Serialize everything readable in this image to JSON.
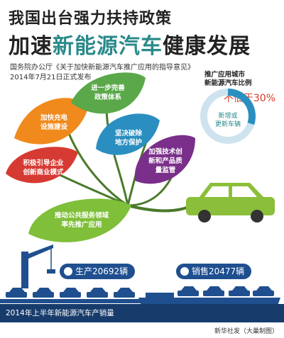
{
  "header": {
    "title_line1": "我国出台强力扶持政策",
    "title_line2_a": "加速",
    "title_line2_highlight": "新能源汽车",
    "title_line2_b": "健康发展",
    "source_line": "国务院办公厅《关于加快新能源汽车推广应用的指导意见》",
    "date_line": "2014年7月21日正式发布"
  },
  "ratio": {
    "label_line1": "推广应用城市",
    "label_line2": "新能源汽车比例",
    "value": "不低于30%",
    "fraction": 0.3,
    "center_line1": "新增或",
    "center_line2": "更新车辆"
  },
  "leaves": [
    {
      "line1": "加快充电",
      "line2": "设施建设",
      "color": "#f08a1c"
    },
    {
      "line1": "进一步完善",
      "line2": "政策体系",
      "color": "#5aa84a"
    },
    {
      "line1": "坚决破除",
      "line2": "地方保护",
      "color": "#2a8fc0"
    },
    {
      "line1": "积极引导企业",
      "line2": "创新商业模式",
      "color": "#d63b33"
    },
    {
      "line1": "加强技术创",
      "line2": "新和产品质",
      "line3": "量监管",
      "color": "#7a2f8a"
    },
    {
      "line1": "推动公共服务领域",
      "line2": "率先推广应用",
      "color": "#7fbf3a"
    }
  ],
  "production": "生产20692辆",
  "sales": "销售20477辆",
  "footer_caption": "2014年上半年新能源汽车产销量",
  "credit": "新华社发（大巢制图）",
  "colors": {
    "teal": "#2b8a8a",
    "navy": "#173c6c",
    "red": "#d23a2a"
  }
}
